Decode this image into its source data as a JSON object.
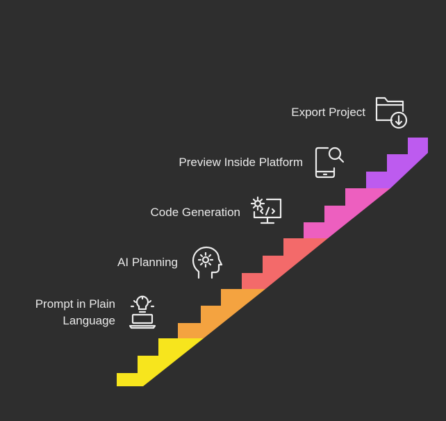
{
  "steps": [
    {
      "label_line1": "Prompt in Plain",
      "label_line2": "Language",
      "icon": "lightbulb-laptop-icon",
      "color": "#f7e51d"
    },
    {
      "label_line1": "AI Planning",
      "icon": "head-gear-icon",
      "color": "#f4a340"
    },
    {
      "label_line1": "Code Generation",
      "icon": "gear-code-monitor-icon",
      "color": "#f36a6a"
    },
    {
      "label_line1": "Preview Inside Platform",
      "icon": "phone-search-icon",
      "color": "#ed5fbf"
    },
    {
      "label_line1": "Export Project",
      "icon": "folder-download-icon",
      "color": "#bd5bef"
    }
  ]
}
